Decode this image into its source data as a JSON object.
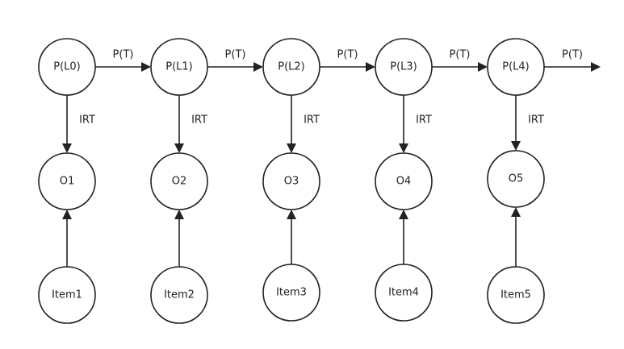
{
  "diagram": {
    "chain": {
      "nodes": [
        {
          "id": "L0",
          "label": "P(L0)"
        },
        {
          "id": "L1",
          "label": "P(L1)"
        },
        {
          "id": "L2",
          "label": "P(L2)"
        },
        {
          "id": "L3",
          "label": "P(L3)"
        },
        {
          "id": "L4",
          "label": "P(L4)"
        }
      ],
      "transition_label": "P(T)"
    },
    "observations": [
      {
        "id": "O1",
        "label": "O1"
      },
      {
        "id": "O2",
        "label": "O2"
      },
      {
        "id": "O3",
        "label": "O3"
      },
      {
        "id": "O4",
        "label": "O4"
      },
      {
        "id": "O5",
        "label": "O5"
      }
    ],
    "emission_label": "IRT",
    "items": [
      {
        "id": "Item1",
        "label": "Item1"
      },
      {
        "id": "Item2",
        "label": "Item2"
      },
      {
        "id": "Item3",
        "label": "Item3"
      },
      {
        "id": "Item4",
        "label": "Item4"
      },
      {
        "id": "Item5",
        "label": "Item5"
      }
    ],
    "colors": {
      "stroke": "#222222",
      "fill": "#ffffff",
      "text": "#222222"
    }
  }
}
